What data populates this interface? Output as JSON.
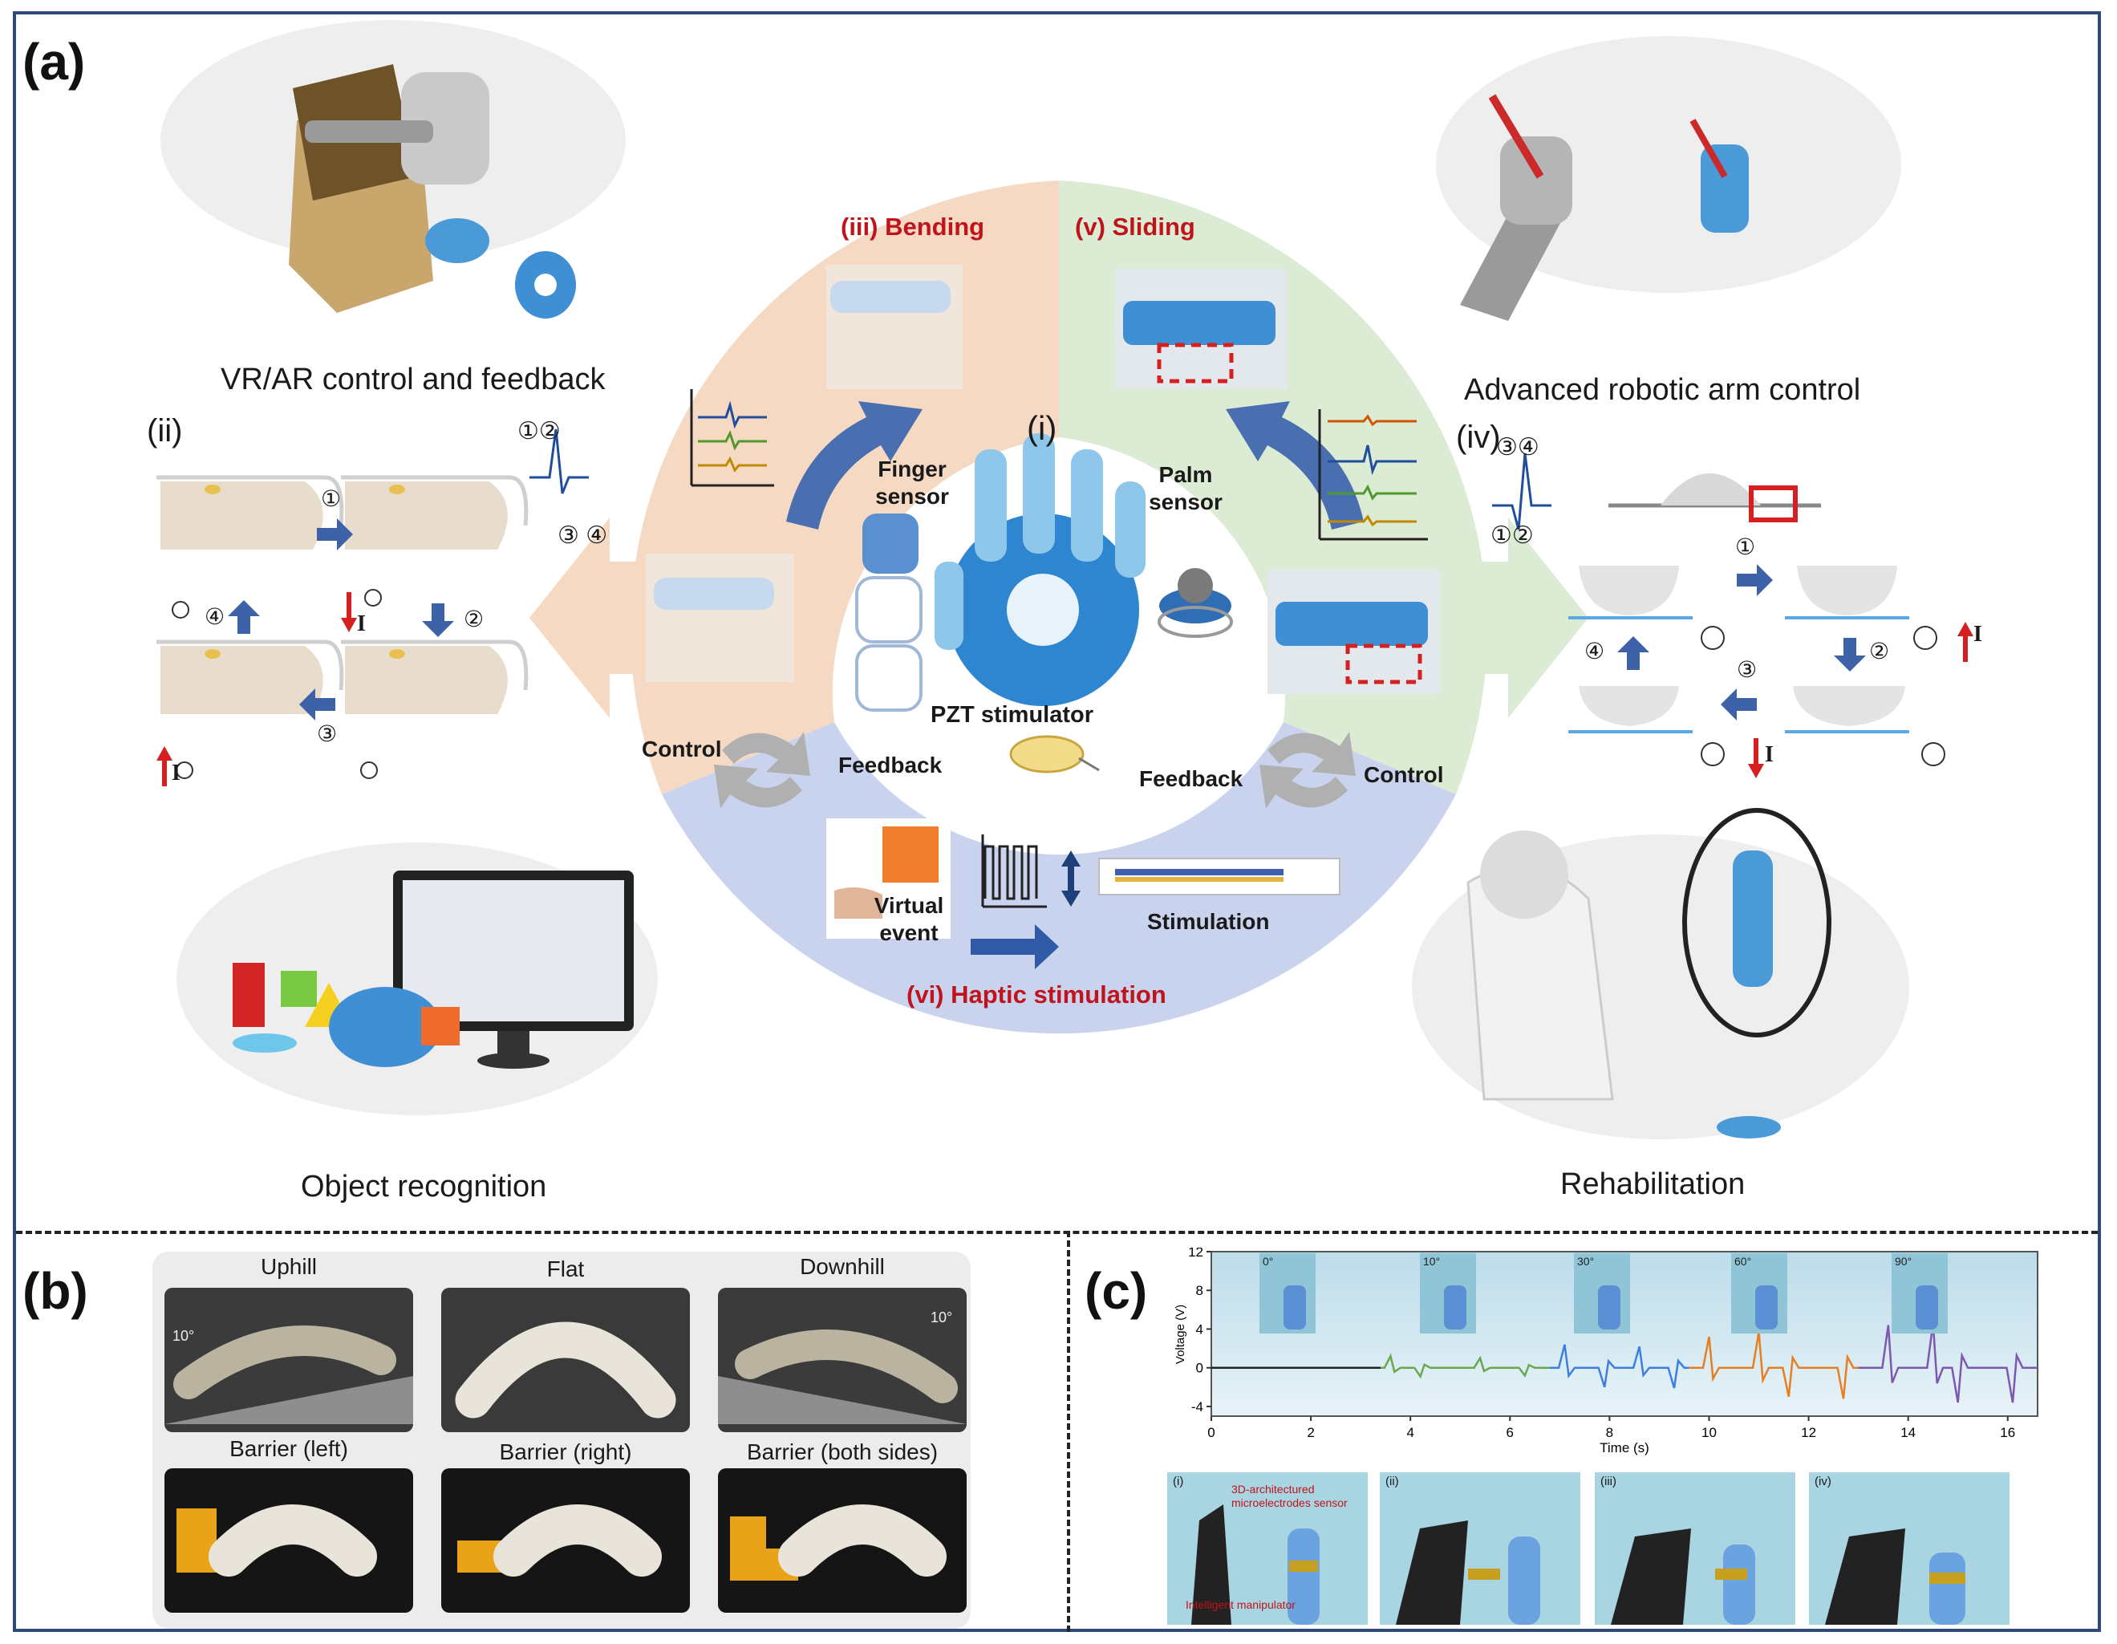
{
  "panels": {
    "a": "(a)",
    "b": "(b)",
    "c": "(c)"
  },
  "panel_a": {
    "captions": {
      "vr": "VR/AR control and feedback",
      "robot": "Advanced robotic arm control",
      "object": "Object recognition",
      "rehab": "Rehabilitation"
    },
    "center": {
      "i": "(i)",
      "finger_sensor": "Finger sensor",
      "palm_sensor": "Palm sensor",
      "pzt": "PZT stimulator"
    },
    "sectors": {
      "bending": "(iii) Bending",
      "sliding": "(v) Sliding",
      "haptic": "(vi) Haptic stimulation"
    },
    "loop_labels": {
      "control_left": "Control",
      "feedback_left": "Feedback",
      "feedback_right": "Feedback",
      "control_right": "Control"
    },
    "haptic": {
      "virtual_event": "Virtual event",
      "stimulation": "Stimulation"
    },
    "sub_ii": {
      "label": "(ii)",
      "peak_top": "①②",
      "peak_bottom": "③ ④",
      "steps": [
        "①",
        "②",
        "③",
        "④"
      ],
      "current": "I"
    },
    "sub_iv": {
      "label": "(iv)",
      "peak_top": "③④",
      "peak_bottom": "①②",
      "steps": [
        "①",
        "②",
        "③",
        "④"
      ],
      "current": "I"
    },
    "colors": {
      "bending_sector": "#f6d9c3",
      "sliding_sector": "#dcebd4",
      "haptic_sector": "#c9d3ee",
      "arrow_blue": "#3d62a8",
      "accent_red": "#c0141c"
    }
  },
  "panel_b": {
    "photos": [
      "Uphill",
      "Flat",
      "Downhill",
      "Barrier (left)",
      "Barrier (right)",
      "Barrier (both sides)"
    ],
    "angle": "10°"
  },
  "panel_c": {
    "angle_insets": [
      "0°",
      "10°",
      "30°",
      "60°",
      "90°"
    ],
    "photo_labels": [
      "(i)",
      "(ii)",
      "(iii)",
      "(iv)"
    ],
    "annotations": {
      "sensor": "3D-architectured microelectrodes sensor",
      "manipulator": "Intelligent manipulator"
    }
  },
  "chart_data": {
    "type": "line",
    "xlabel": "Time (s)",
    "ylabel": "Voltage (V)",
    "xlim": [
      0,
      16.6
    ],
    "ylim": [
      -5,
      12
    ],
    "xticks": [
      0,
      2,
      4,
      6,
      8,
      10,
      12,
      14,
      16
    ],
    "yticks": [
      -4,
      0,
      4,
      8,
      12
    ],
    "grid": false,
    "series": [
      {
        "color": "#222222",
        "x": [
          0,
          3.4
        ],
        "y": [
          0,
          0
        ],
        "peaks": []
      },
      {
        "color": "#6aa84f",
        "x": [
          3.4,
          6.8
        ],
        "y": [
          0,
          0
        ],
        "peaks": [
          [
            3.6,
            1.2
          ],
          [
            4.2,
            -0.9
          ],
          [
            5.4,
            1.0
          ],
          [
            6.3,
            -0.8
          ]
        ]
      },
      {
        "color": "#3d7ee0",
        "x": [
          6.8,
          9.6
        ],
        "y": [
          0,
          0
        ],
        "peaks": [
          [
            7.1,
            2.4
          ],
          [
            7.9,
            -2.0
          ],
          [
            8.6,
            2.2
          ],
          [
            9.3,
            -2.1
          ]
        ]
      },
      {
        "color": "#e67e22",
        "x": [
          9.6,
          13.0
        ],
        "y": [
          0,
          0
        ],
        "peaks": [
          [
            10.0,
            3.2
          ],
          [
            11.0,
            3.7
          ],
          [
            11.6,
            -3.0
          ],
          [
            12.7,
            -3.2
          ]
        ]
      },
      {
        "color": "#7e57b0",
        "x": [
          13.0,
          16.6
        ],
        "y": [
          0,
          0
        ],
        "peaks": [
          [
            13.6,
            4.4
          ],
          [
            14.5,
            4.6
          ],
          [
            15.0,
            -3.6
          ],
          [
            16.1,
            -3.6
          ]
        ]
      }
    ]
  }
}
